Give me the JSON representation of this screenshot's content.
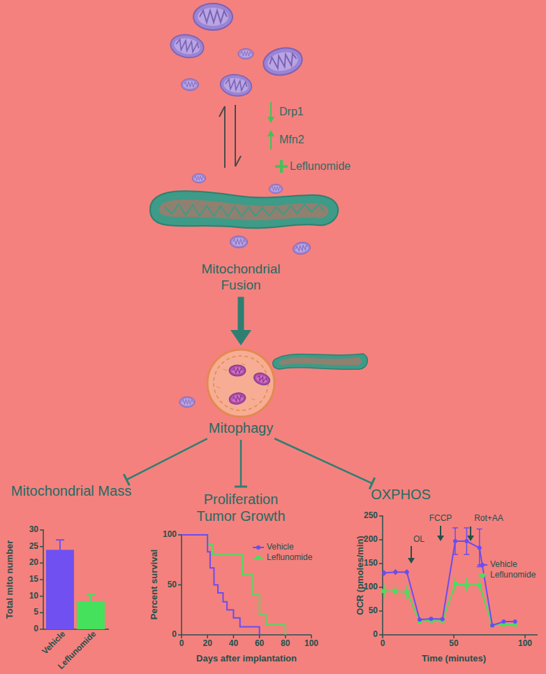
{
  "diagram": {
    "nodes": [
      {
        "text": [
          "Mitochondrial Fusion"
        ]
      },
      {
        "text": [
          "Mitophagy"
        ]
      },
      {
        "text": [
          "Mitochondrial Mass"
        ]
      },
      {
        "text": [
          "Proliferation Tumor Growth"
        ]
      },
      {
        "text": [
          "OXPHOS"
        ]
      }
    ],
    "edges": [
      {
        "from": 0,
        "to": 1,
        "arrow": "to"
      },
      {
        "from": 1,
        "to": 2,
        "arrow": "to"
      },
      {
        "from": 1,
        "to": 3,
        "arrow": "to"
      },
      {
        "from": 1,
        "to": 4,
        "arrow": "to"
      }
    ],
    "labels": [
      "Drp1",
      "Mfn2",
      "Leflunomide",
      "30",
      "25",
      "20",
      "15",
      "10",
      "5",
      "0",
      "Total mito number",
      "Vehicle",
      "Leflunomide",
      "100",
      "50",
      "0",
      "0",
      "20",
      "40",
      "60",
      "80",
      "100",
      "Percent survival",
      "Days after implantation",
      "250",
      "200",
      "150",
      "100",
      "50",
      "0",
      "0",
      "50",
      "100",
      "OCR (pmoles/min)",
      "Time (minutes)",
      "OL",
      "FCCP",
      "Rot+AA"
    ],
    "legend": [
      {
        "text": "Vehicle"
      },
      {
        "text": "Leflunomide"
      },
      {
        "text": "Vehicle"
      },
      {
        "text": "Leflunomide"
      }
    ]
  }
}
